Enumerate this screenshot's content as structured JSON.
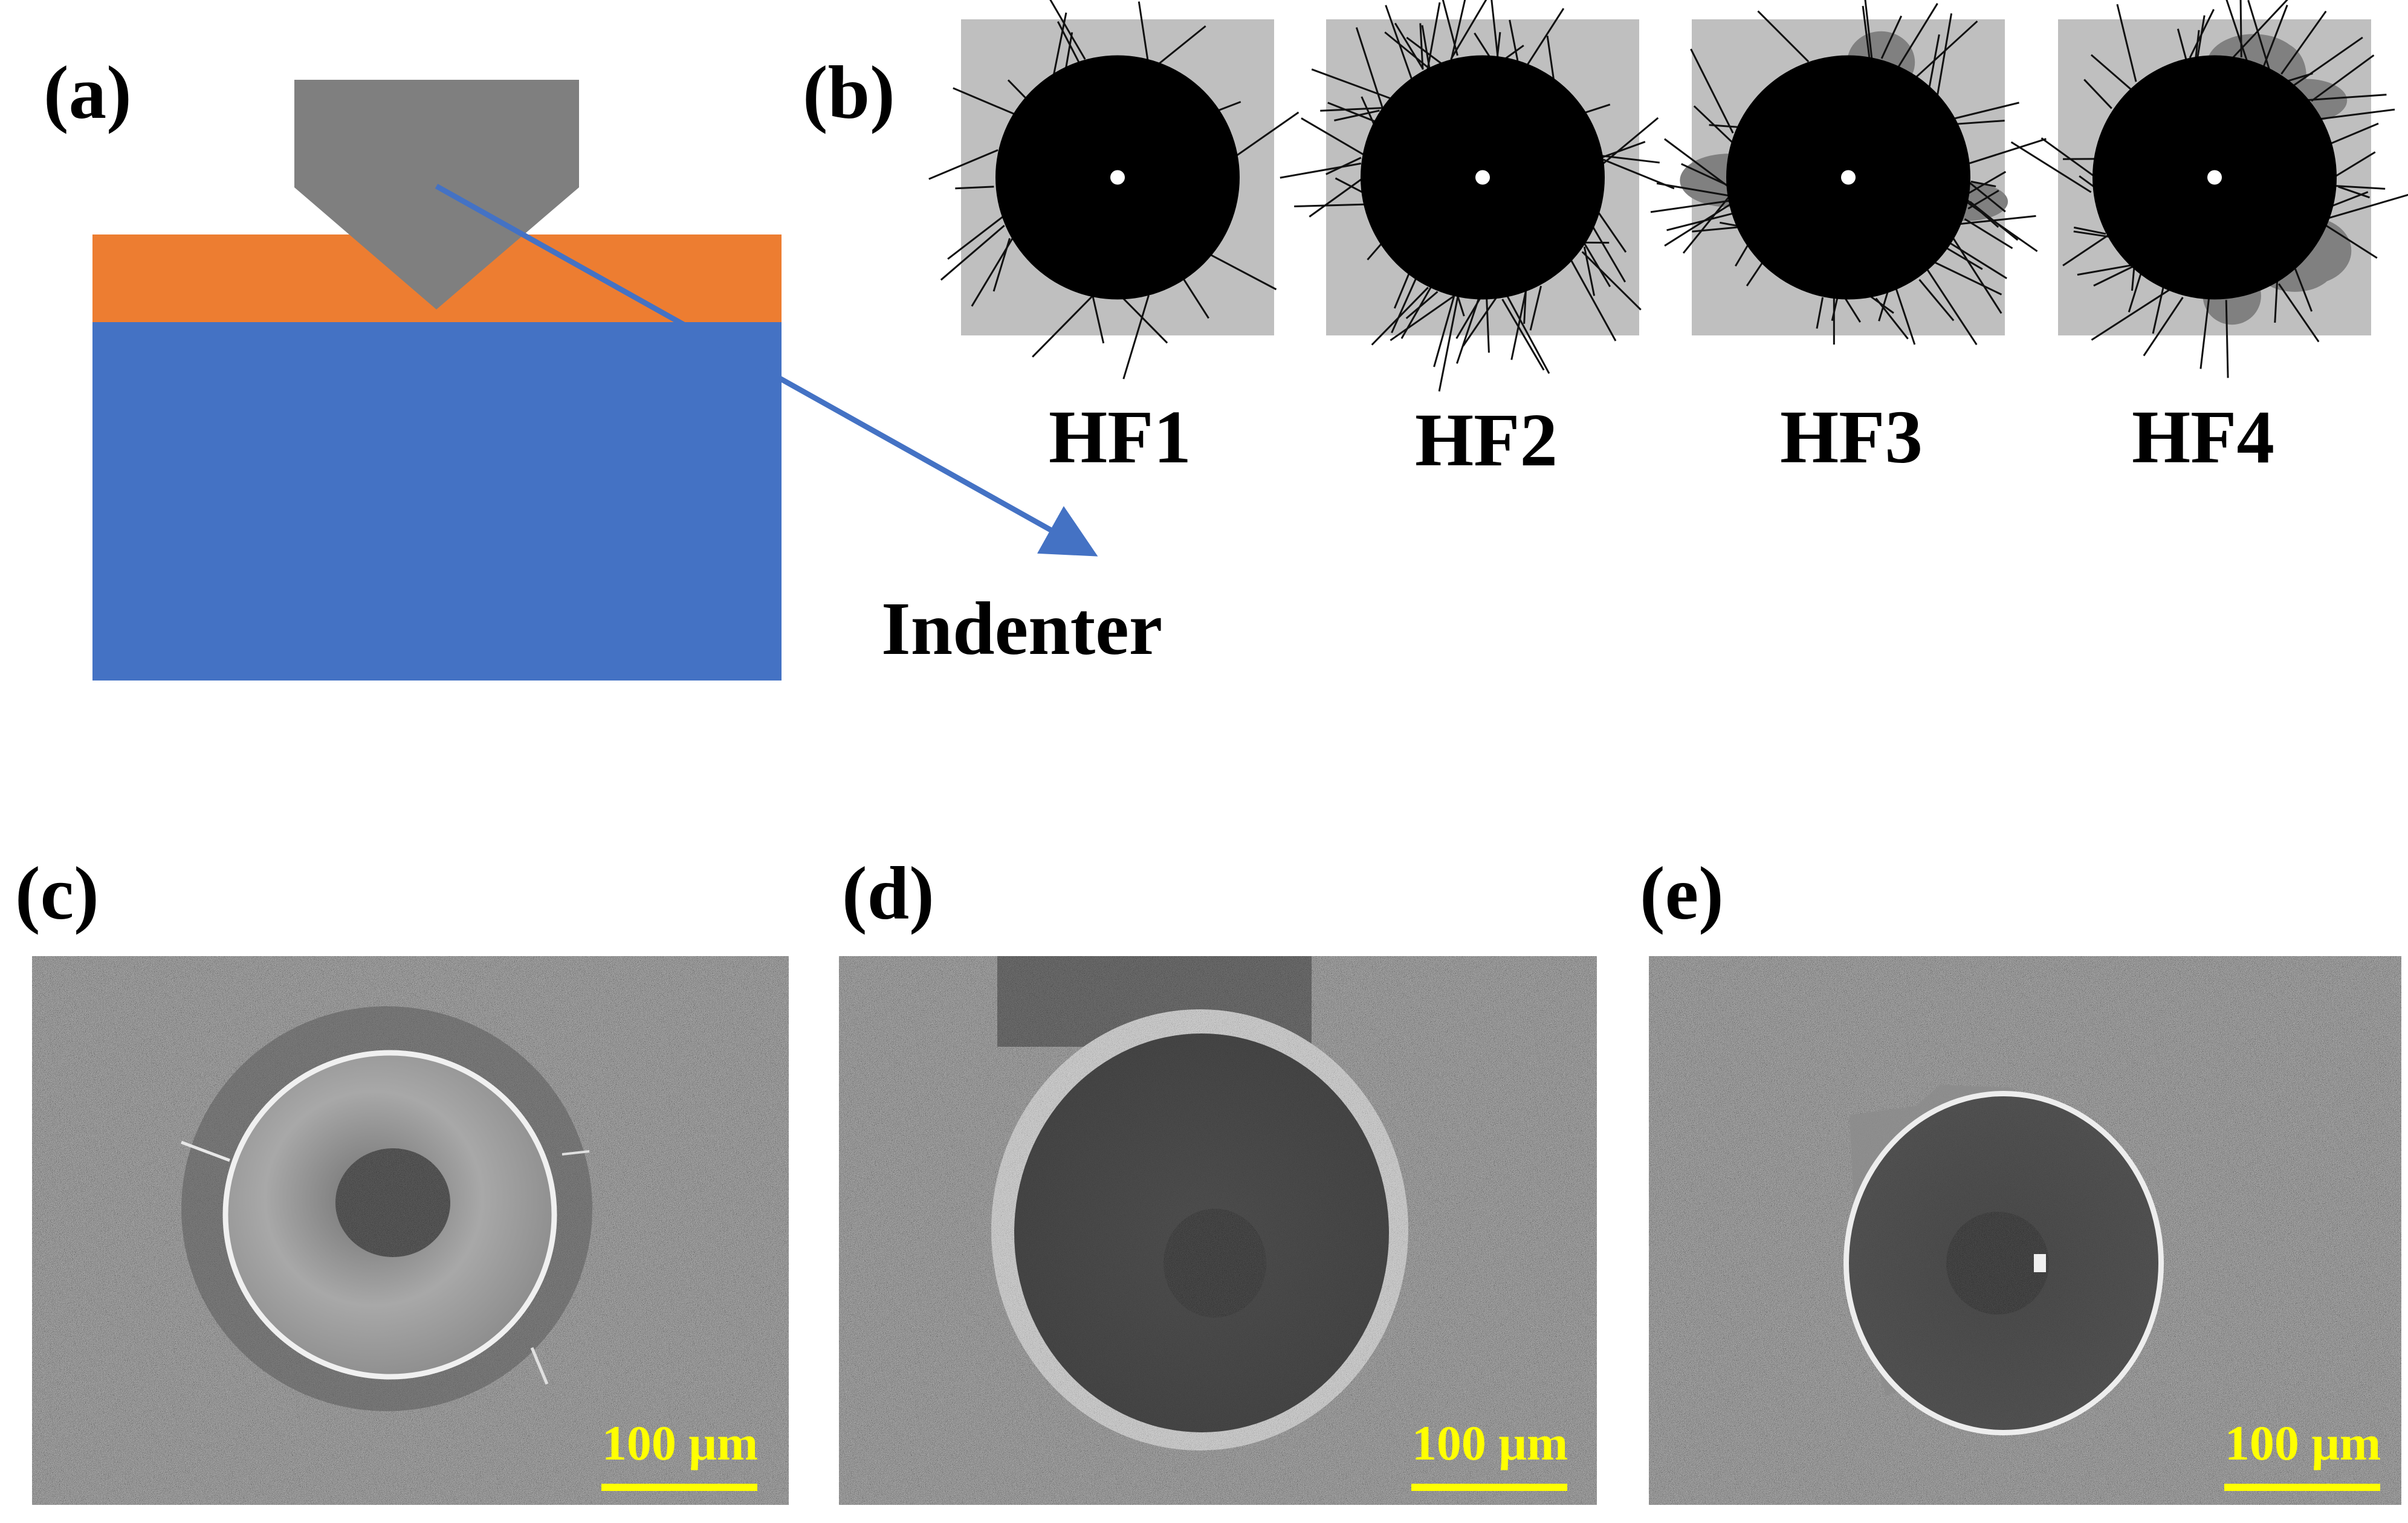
{
  "panels": {
    "a": {
      "label": "(a)",
      "callout": "Indenter",
      "colors": {
        "indenter": "#7f7f7f",
        "coating": "#ed7d31",
        "substrate": "#4472c4",
        "arrow": "#4472c4"
      }
    },
    "b": {
      "label": "(b)",
      "items": [
        {
          "name": "HF1"
        },
        {
          "name": "HF2"
        },
        {
          "name": "HF3"
        },
        {
          "name": "HF4"
        }
      ],
      "colors": {
        "background": "#bfbfbf",
        "indent": "#000000",
        "center_dot": "#ffffff",
        "delamination": "#808080"
      }
    },
    "c": {
      "label": "(c)",
      "scale_bar": "100 μm"
    },
    "d": {
      "label": "(d)",
      "scale_bar": "100 μm"
    },
    "e": {
      "label": "(e)",
      "scale_bar": "100 μm"
    }
  },
  "scale_bar_color": "#ffff00"
}
